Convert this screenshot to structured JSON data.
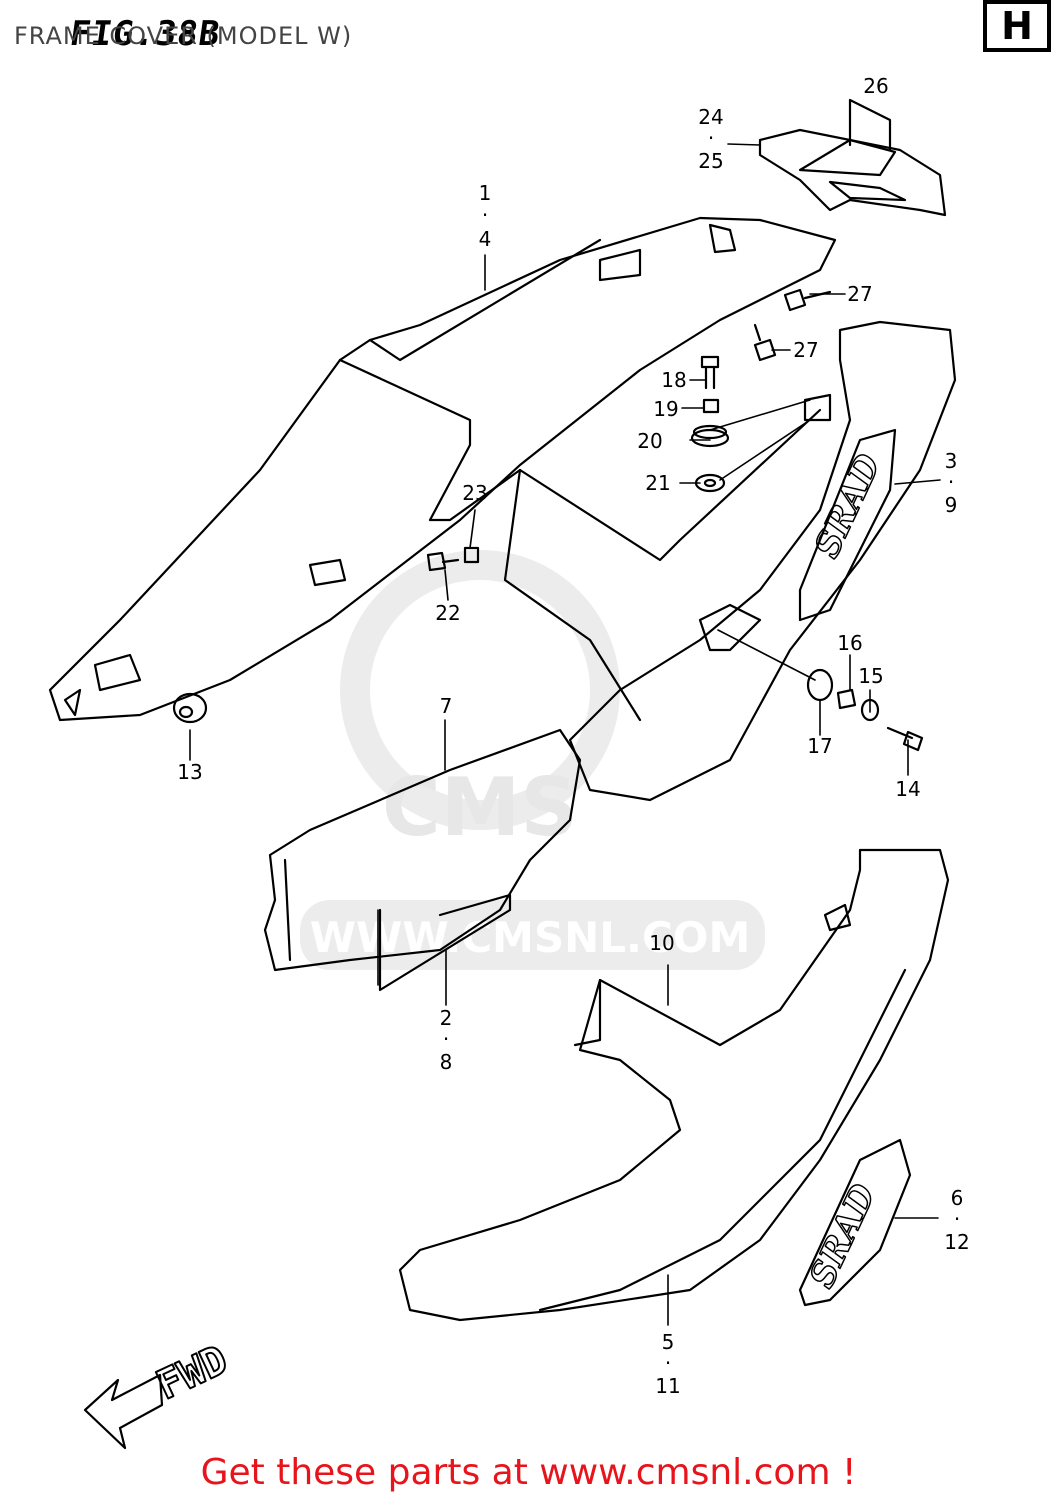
{
  "header": {
    "fig_label": "FIG.38B",
    "title": "FRAME COVER (MODEL W)",
    "section_letter": "H"
  },
  "watermark": {
    "text": "WWW.CMSNL.COM",
    "logo_text": "CMS"
  },
  "decal_text": "SRAD",
  "direction": {
    "label": "FWD"
  },
  "callouts": [
    {
      "id": "c1-4",
      "lines": [
        "1",
        "·",
        "4"
      ]
    },
    {
      "id": "c2-8",
      "lines": [
        "2",
        "·",
        "8"
      ]
    },
    {
      "id": "c3-9",
      "lines": [
        "3",
        "·",
        "9"
      ]
    },
    {
      "id": "c5-11",
      "lines": [
        "5",
        "·",
        "11"
      ]
    },
    {
      "id": "c6-12",
      "lines": [
        "6",
        "·",
        "12"
      ]
    },
    {
      "id": "c7",
      "lines": [
        "7"
      ]
    },
    {
      "id": "c10",
      "lines": [
        "10"
      ]
    },
    {
      "id": "c13",
      "lines": [
        "13"
      ]
    },
    {
      "id": "c14",
      "lines": [
        "14"
      ]
    },
    {
      "id": "c15",
      "lines": [
        "15"
      ]
    },
    {
      "id": "c16",
      "lines": [
        "16"
      ]
    },
    {
      "id": "c17",
      "lines": [
        "17"
      ]
    },
    {
      "id": "c18",
      "lines": [
        "18"
      ]
    },
    {
      "id": "c19",
      "lines": [
        "19"
      ]
    },
    {
      "id": "c20",
      "lines": [
        "20"
      ]
    },
    {
      "id": "c21",
      "lines": [
        "21"
      ]
    },
    {
      "id": "c22",
      "lines": [
        "22"
      ]
    },
    {
      "id": "c23",
      "lines": [
        "23"
      ]
    },
    {
      "id": "c24-25",
      "lines": [
        "24",
        "·",
        "25"
      ]
    },
    {
      "id": "c26",
      "lines": [
        "26"
      ]
    },
    {
      "id": "c27a",
      "lines": [
        "27"
      ]
    },
    {
      "id": "c27b",
      "lines": [
        "27"
      ]
    }
  ],
  "footer": {
    "link_text": "Get these parts at www.cmsnl.com !"
  }
}
